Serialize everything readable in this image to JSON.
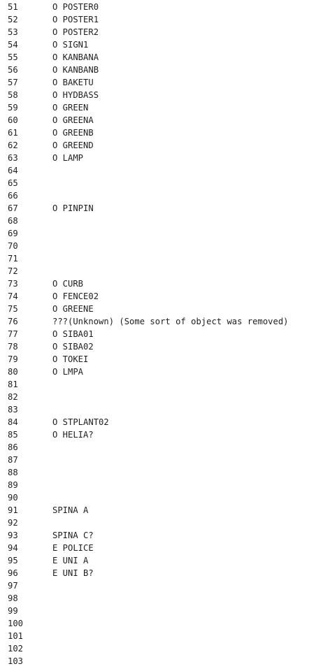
{
  "lines": [
    {
      "n": "51",
      "t": "O POSTER0"
    },
    {
      "n": "52",
      "t": "O POSTER1"
    },
    {
      "n": "53",
      "t": "O POSTER2"
    },
    {
      "n": "54",
      "t": "O SIGN1"
    },
    {
      "n": "55",
      "t": "O KANBANA"
    },
    {
      "n": "56",
      "t": "O KANBANB"
    },
    {
      "n": "57",
      "t": "O BAKETU"
    },
    {
      "n": "58",
      "t": "O HYDBASS"
    },
    {
      "n": "59",
      "t": "O GREEN"
    },
    {
      "n": "60",
      "t": "O GREENA"
    },
    {
      "n": "61",
      "t": "O GREENB"
    },
    {
      "n": "62",
      "t": "O GREEND"
    },
    {
      "n": "63",
      "t": "O LAMP"
    },
    {
      "n": "64",
      "t": ""
    },
    {
      "n": "65",
      "t": ""
    },
    {
      "n": "66",
      "t": ""
    },
    {
      "n": "67",
      "t": "O PINPIN"
    },
    {
      "n": "68",
      "t": ""
    },
    {
      "n": "69",
      "t": ""
    },
    {
      "n": "70",
      "t": ""
    },
    {
      "n": "71",
      "t": ""
    },
    {
      "n": "72",
      "t": ""
    },
    {
      "n": "73",
      "t": "O CURB"
    },
    {
      "n": "74",
      "t": "O FENCE02"
    },
    {
      "n": "75",
      "t": "O GREENE"
    },
    {
      "n": "76",
      "t": "???(Unknown) (Some sort of object was removed)"
    },
    {
      "n": "77",
      "t": "O SIBA01"
    },
    {
      "n": "78",
      "t": "O SIBA02"
    },
    {
      "n": "79",
      "t": "O TOKEI"
    },
    {
      "n": "80",
      "t": "O LMPA"
    },
    {
      "n": "81",
      "t": ""
    },
    {
      "n": "82",
      "t": ""
    },
    {
      "n": "83",
      "t": ""
    },
    {
      "n": "84",
      "t": "O STPLANT02"
    },
    {
      "n": "85",
      "t": "O HELIA?"
    },
    {
      "n": "86",
      "t": ""
    },
    {
      "n": "87",
      "t": ""
    },
    {
      "n": "88",
      "t": ""
    },
    {
      "n": "89",
      "t": ""
    },
    {
      "n": "90",
      "t": ""
    },
    {
      "n": "91",
      "t": "SPINA A"
    },
    {
      "n": "92",
      "t": ""
    },
    {
      "n": "93",
      "t": "SPINA C?"
    },
    {
      "n": "94",
      "t": "E POLICE"
    },
    {
      "n": "95",
      "t": "E UNI A"
    },
    {
      "n": "96",
      "t": "E UNI B?"
    },
    {
      "n": "97",
      "t": ""
    },
    {
      "n": "98",
      "t": ""
    },
    {
      "n": "99",
      "t": ""
    },
    {
      "n": "100",
      "t": ""
    },
    {
      "n": "101",
      "t": ""
    },
    {
      "n": "102",
      "t": ""
    },
    {
      "n": "103",
      "t": ""
    }
  ]
}
